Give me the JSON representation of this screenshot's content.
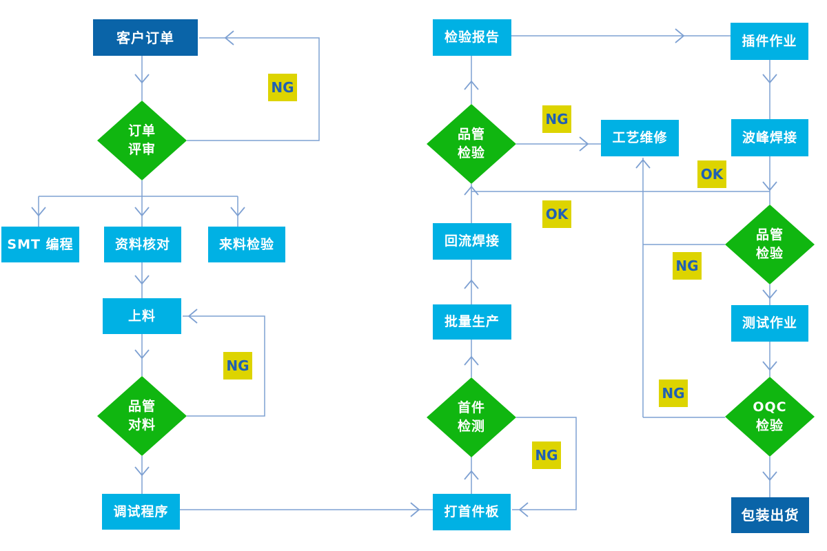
{
  "diagram": {
    "type": "flowchart",
    "badges": {
      "ng": "NG",
      "ok": "OK"
    },
    "colors": {
      "terminal_fill": "#0a64a8",
      "process_fill": "#00b1e4",
      "decision_fill": "#10b610",
      "badge_fill": "#ddd400",
      "badge_text": "#2060b4",
      "connector": "#7da0d2",
      "node_text": "#ffffff"
    },
    "nodes": {
      "customer_order": {
        "label": "客户订单",
        "type": "terminal"
      },
      "order_review": {
        "label": "订单\n评审",
        "type": "decision"
      },
      "smt_programming": {
        "label": "SMT 编程",
        "type": "process"
      },
      "data_check": {
        "label": "资料核对",
        "type": "process"
      },
      "incoming_inspection": {
        "label": "来料检验",
        "type": "process"
      },
      "loading": {
        "label": "上料",
        "type": "process"
      },
      "qc_material_check": {
        "label": "品管\n对料",
        "type": "decision"
      },
      "debug_program": {
        "label": "调试程序",
        "type": "process"
      },
      "first_board": {
        "label": "打首件板",
        "type": "process"
      },
      "first_article_inspection": {
        "label": "首件\n检测",
        "type": "decision"
      },
      "batch_production": {
        "label": "批量生产",
        "type": "process"
      },
      "reflow_soldering": {
        "label": "回流焊接",
        "type": "process"
      },
      "qc_inspection_mid": {
        "label": "品管\n检验",
        "type": "decision"
      },
      "inspection_report": {
        "label": "检验报告",
        "type": "process"
      },
      "process_repair": {
        "label": "工艺维修",
        "type": "process"
      },
      "plugin_operation": {
        "label": "插件作业",
        "type": "process"
      },
      "wave_soldering": {
        "label": "波峰焊接",
        "type": "process"
      },
      "qc_inspection_right": {
        "label": "品管\n检验",
        "type": "decision"
      },
      "test_operation": {
        "label": "测试作业",
        "type": "process"
      },
      "oqc_inspection": {
        "label": "OQC\n检验",
        "type": "decision"
      },
      "packing_shipment": {
        "label": "包装出货",
        "type": "terminal"
      }
    },
    "edges": [
      {
        "from": "customer_order",
        "to": "order_review",
        "label": ""
      },
      {
        "from": "order_review",
        "to": "customer_order",
        "label": "NG"
      },
      {
        "from": "order_review",
        "to": "smt_programming",
        "label": ""
      },
      {
        "from": "order_review",
        "to": "data_check",
        "label": ""
      },
      {
        "from": "order_review",
        "to": "incoming_inspection",
        "label": ""
      },
      {
        "from": "data_check",
        "to": "loading",
        "label": ""
      },
      {
        "from": "loading",
        "to": "qc_material_check",
        "label": ""
      },
      {
        "from": "qc_material_check",
        "to": "loading",
        "label": "NG"
      },
      {
        "from": "qc_material_check",
        "to": "debug_program",
        "label": ""
      },
      {
        "from": "debug_program",
        "to": "first_board",
        "label": ""
      },
      {
        "from": "first_board",
        "to": "first_article_inspection",
        "label": ""
      },
      {
        "from": "first_article_inspection",
        "to": "first_board",
        "label": "NG"
      },
      {
        "from": "first_article_inspection",
        "to": "batch_production",
        "label": ""
      },
      {
        "from": "batch_production",
        "to": "reflow_soldering",
        "label": ""
      },
      {
        "from": "reflow_soldering",
        "to": "qc_inspection_mid",
        "label": ""
      },
      {
        "from": "qc_inspection_mid",
        "to": "inspection_report",
        "label": ""
      },
      {
        "from": "qc_inspection_mid",
        "to": "process_repair",
        "label": "NG"
      },
      {
        "from": "inspection_report",
        "to": "plugin_operation",
        "label": ""
      },
      {
        "from": "plugin_operation",
        "to": "wave_soldering",
        "label": ""
      },
      {
        "from": "wave_soldering",
        "to": "qc_inspection_right",
        "label": ""
      },
      {
        "from": "wave_soldering",
        "to": "qc_inspection_mid",
        "label": "OK"
      },
      {
        "from": "qc_inspection_right",
        "to": "process_repair",
        "label": "NG"
      },
      {
        "from": "qc_inspection_right",
        "to": "test_operation",
        "label": ""
      },
      {
        "from": "test_operation",
        "to": "oqc_inspection",
        "label": ""
      },
      {
        "from": "oqc_inspection",
        "to": "process_repair",
        "label": "NG"
      },
      {
        "from": "oqc_inspection",
        "to": "packing_shipment",
        "label": ""
      }
    ]
  }
}
